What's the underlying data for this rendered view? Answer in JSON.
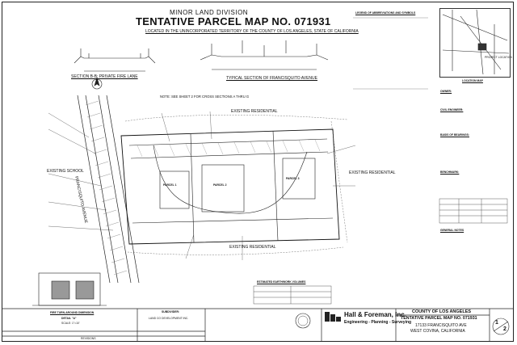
{
  "header": {
    "line1": "MINOR LAND DIVISION",
    "title": "TENTATIVE PARCEL MAP NO. 071931",
    "location": "LOCATED IN THE UNINCORPORATED TERRITORY OF THE COUNTY OF LOS ANGELES, STATE OF CALIFORNIA"
  },
  "sections": {
    "private_fire_lane": "SECTION B-B: PRIVATE FIRE LANE",
    "typical_section": "TYPICAL SECTION OF FRANCISQUITO AVENUE",
    "note": "NOTE: SEE SHEET 2 FOR CROSS SECTIONS A THRU G",
    "fire_turnaround": "FIRE TURN-AROUND DIMENSION",
    "detail": "DETAIL \"A\"",
    "scale": "SCALE: 1\"=10'"
  },
  "map_labels": {
    "existing_residential_top": "EXISTING RESIDENTIAL",
    "existing_school": "EXISTING SCHOOL",
    "street": "FRANCISQUITO AVENUE",
    "existing_residential_right": "EXISTING RESIDENTIAL",
    "existing_residential_bottom": "EXISTING RESIDENTIAL",
    "parcel1": "PARCEL 1",
    "parcel2": "PARCEL 2",
    "parcel3": "PARCEL 3"
  },
  "legend": {
    "title": "LEGEND OF ABBREVIATIONS AND SYMBOLS"
  },
  "vicinity": {
    "label": "LOCATION MAP",
    "project": "PROJECT LOCATION"
  },
  "info": {
    "owner": "OWNER:",
    "civil_engineer": "CIVIL ENGINEER:",
    "basis_of_bearings": "BASIS OF BEARINGS:",
    "benchmark": "BENCHMARK:",
    "general_notes": "GENERAL NOTES"
  },
  "earthwork": {
    "title": "ESTIMATED EARTHWORK VOLUMES"
  },
  "subdivider": {
    "label": "SUBDIVIDER:",
    "name": "LAND CO DEVELOPMENT INC."
  },
  "firm": {
    "name": "Hall & Foreman, Inc.",
    "tagline": "Engineering - Planning - Surveying"
  },
  "title_block": {
    "county": "COUNTY OF LOS ANGELES",
    "map": "TENTATIVE PARCEL MAP NO. 071931",
    "address": "17133 FRANCISQUITO AVE",
    "city": "WEST COVINA, CALIFORNIA",
    "sheet": "1",
    "of": "2"
  },
  "revisions": {
    "label": "REVISIONS"
  }
}
